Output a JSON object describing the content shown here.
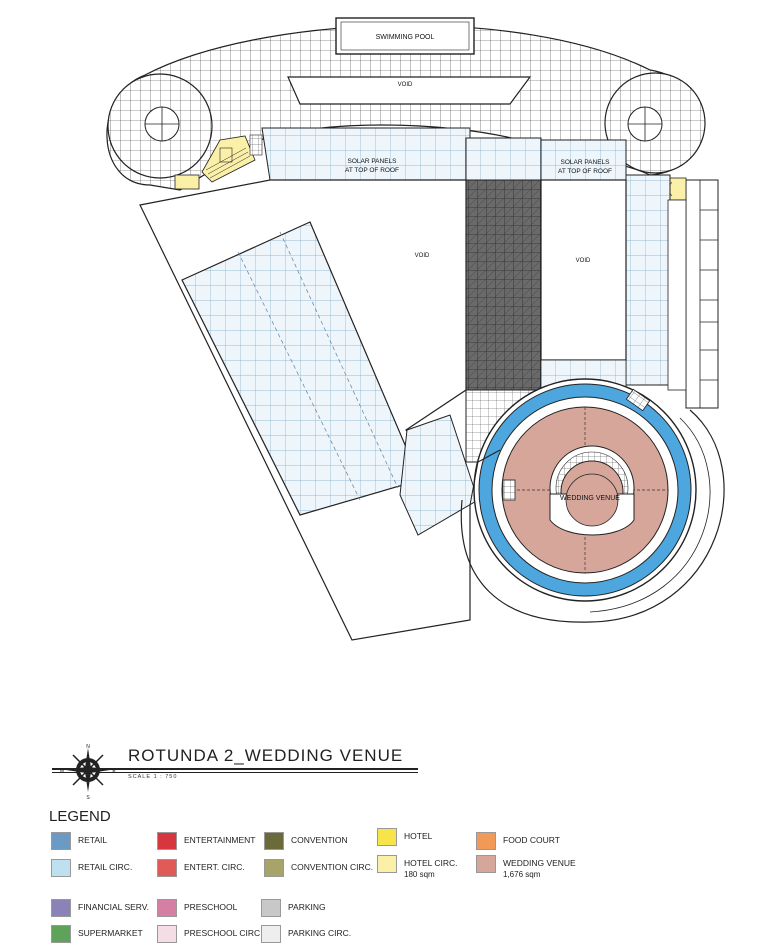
{
  "plan_labels": {
    "swimming_pool": "SWIMMING POOL",
    "void_top": "VOID",
    "solar_left": "SOLAR PANELS",
    "solar_left_sub": "AT TOP OF ROOF",
    "solar_right": "SOLAR PANELS",
    "solar_right_sub": "AT TOP OF ROOF",
    "void_mid": "VOID",
    "void_right": "VOID",
    "wedding_venue": "WEDDING VENUE"
  },
  "title": {
    "text": "ROTUNDA 2_WEDDING VENUE",
    "scale": "SCALE 1 : 750"
  },
  "compass": {
    "n": "N",
    "e": "E",
    "s": "S",
    "w": "W"
  },
  "legend": {
    "heading": "LEGEND",
    "items": [
      {
        "label": "RETAIL",
        "sub": "",
        "color": "#6b9ac4"
      },
      {
        "label": "ENTERTAINMENT",
        "sub": "",
        "color": "#d8363f"
      },
      {
        "label": "CONVENTION",
        "sub": "",
        "color": "#6b6a3a"
      },
      {
        "label": "HOTEL",
        "sub": "",
        "color": "#f7e44a"
      },
      {
        "label": "FOOD COURT",
        "sub": "",
        "color": "#f19a57"
      },
      {
        "label": "RETAIL CIRC.",
        "sub": "",
        "color": "#bfe0ee"
      },
      {
        "label": "ENTERT. CIRC.",
        "sub": "",
        "color": "#e05a58"
      },
      {
        "label": "CONVENTION CIRC.",
        "sub": "",
        "color": "#a7a46a"
      },
      {
        "label": "HOTEL CIRC.",
        "sub": "180 sqm",
        "color": "#fbf0a8"
      },
      {
        "label": "WEDDING VENUE",
        "sub": "1,676 sqm",
        "color": "#d7a69b"
      },
      {
        "label": "FINANCIAL SERV.",
        "sub": "",
        "color": "#8b83b8"
      },
      {
        "label": "PRESCHOOL",
        "sub": "",
        "color": "#d57fa4"
      },
      {
        "label": "PARKING",
        "sub": "",
        "color": "#c8c8c8"
      },
      {
        "label": "SUPERMARKET",
        "sub": "",
        "color": "#5fa35a"
      },
      {
        "label": "PRESCHOOL CIRC.",
        "sub": "",
        "color": "#f5dde6"
      },
      {
        "label": "PARKING CIRC.",
        "sub": "",
        "color": "#eeeeee"
      }
    ]
  }
}
